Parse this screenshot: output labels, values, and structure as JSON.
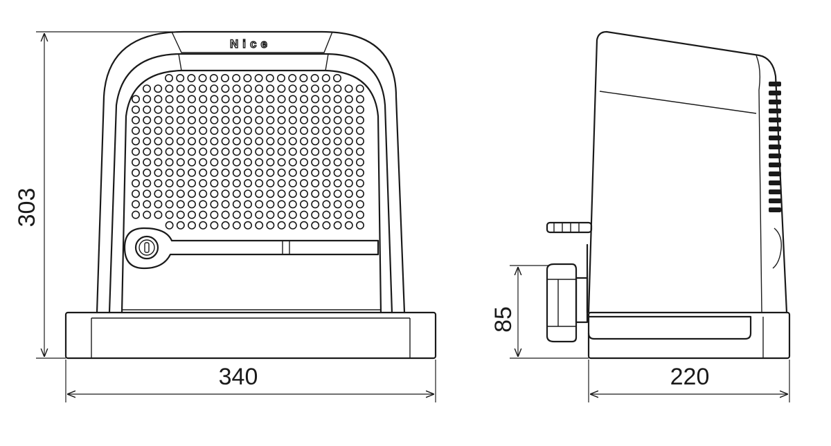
{
  "brand": {
    "logo_text": "Nice"
  },
  "dimensions": {
    "front_height": "303",
    "front_width": "340",
    "side_release_height": "85",
    "side_depth": "220"
  },
  "views": [
    "front",
    "side"
  ],
  "colors": {
    "line": "#1a1a1a",
    "background": "#ffffff"
  }
}
